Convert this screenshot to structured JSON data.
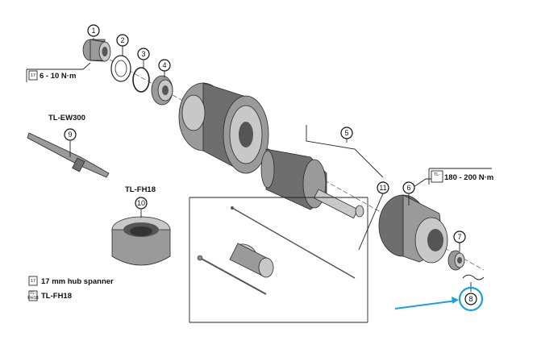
{
  "labels": {
    "torque_small": "6 - 10 N·m",
    "torque_large": "180 - 200 N·m",
    "tool_ew300": "TL-EW300",
    "tool_fh18": "TL-FH18",
    "legend_spanner": "17 mm hub spanner",
    "legend_fh18": "TL-FH18"
  },
  "icons": {
    "spanner_glyph": "17",
    "tl_glyph": "TL-",
    "tl_glyph2": "FH18"
  },
  "callouts": [
    "1",
    "2",
    "3",
    "4",
    "5",
    "6",
    "7",
    "8",
    "9",
    "10",
    "11"
  ],
  "colors": {
    "highlight": "#1ba1d6",
    "part_dark": "#6e6e6e",
    "part_mid": "#9a9a9a",
    "part_light": "#c8c8c8"
  }
}
